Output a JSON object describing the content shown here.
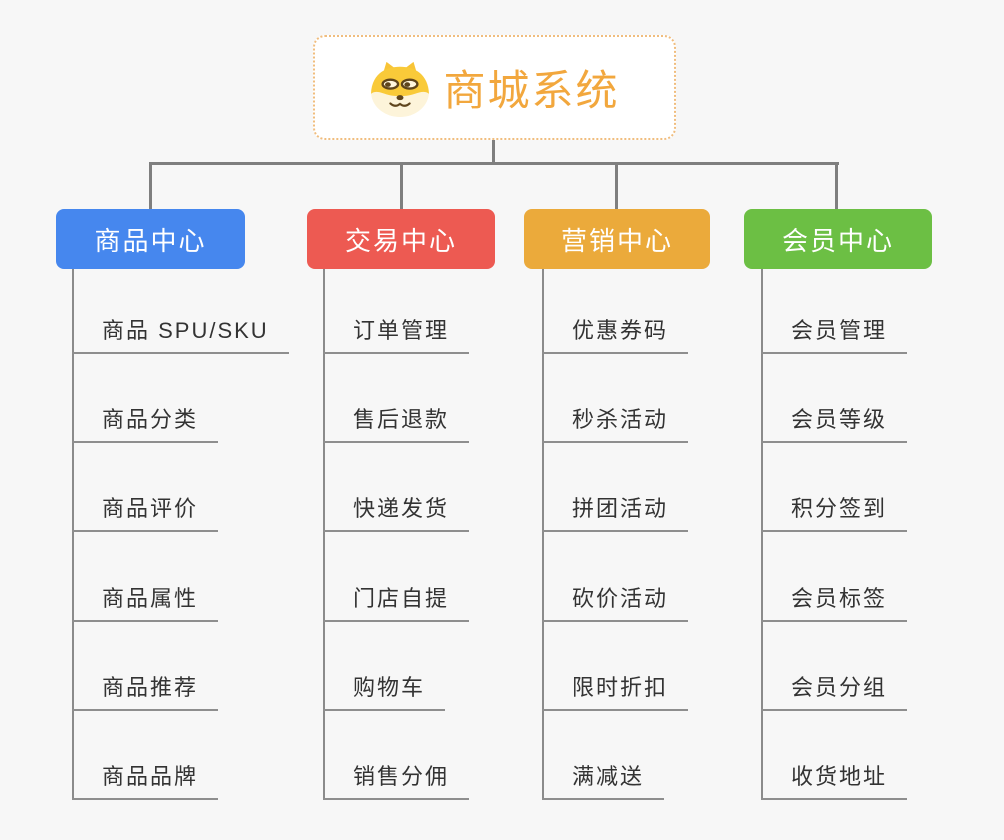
{
  "app": {
    "type": "mind-map",
    "background_color": "#f7f7f7",
    "connector_color": "#7f7f7f",
    "leaf_line_color": "#8e8e8e",
    "leaf_text_color": "#333333"
  },
  "root": {
    "title": "商城系统",
    "icon": "shiba-dog-icon",
    "text_color": "#f2a73d",
    "border_color": "#f0bd7e",
    "background": "#ffffff"
  },
  "branches": [
    {
      "label": "商品中心",
      "color": "#4687ee",
      "children": [
        "商品 SPU/SKU",
        "商品分类",
        "商品评价",
        "商品属性",
        "商品推荐",
        "商品品牌"
      ]
    },
    {
      "label": "交易中心",
      "color": "#ed5a52",
      "children": [
        "订单管理",
        "售后退款",
        "快递发货",
        "门店自提",
        "购物车",
        "销售分佣"
      ]
    },
    {
      "label": "营销中心",
      "color": "#ebaa3b",
      "children": [
        "优惠券码",
        "秒杀活动",
        "拼团活动",
        "砍价活动",
        "限时折扣",
        "满减送"
      ]
    },
    {
      "label": "会员中心",
      "color": "#6cbf44",
      "children": [
        "会员管理",
        "会员等级",
        "积分签到",
        "会员标签",
        "会员分组",
        "收货地址"
      ]
    }
  ]
}
